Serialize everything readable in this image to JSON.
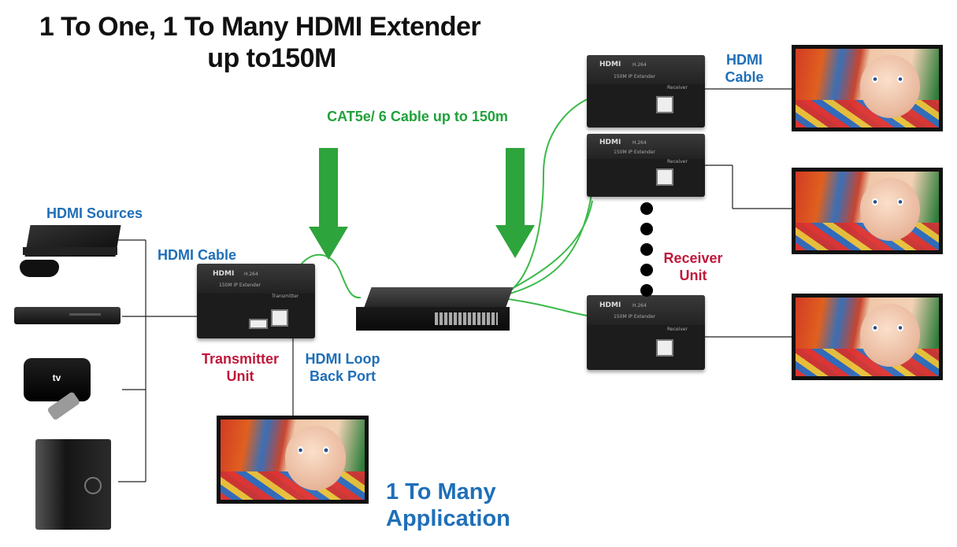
{
  "title": {
    "line1": "1 To One, 1 To Many HDMI Extender",
    "line2": "up to150M"
  },
  "labels": {
    "hdmi_sources": "HDMI Sources",
    "hdmi_cable_left": "HDMI Cable",
    "cat_cable": "CAT5e/ 6 Cable up to 150m",
    "transmitter_line1": "Transmitter",
    "transmitter_line2": "Unit",
    "loop_line1": "HDMI Loop",
    "loop_line2": "Back Port",
    "receiver_line1": "Receiver",
    "receiver_line2": "Unit",
    "hdmi_cable_right_line1": "HDMI",
    "hdmi_cable_right_line2": "Cable",
    "application": "1 To Many Application"
  },
  "unit_text": {
    "logo": "HDMI",
    "model": "H.264",
    "extender": "150M IP Extender",
    "transmitter": "Transmitter",
    "receiver": "Receiver"
  },
  "icons": {
    "sources": [
      "game-console-icon",
      "bluray-player-icon",
      "apple-tv-icon",
      "desktop-pc-icon"
    ],
    "arrow": "down-arrow-icon",
    "switch": "network-switch-icon",
    "monitor": "baby-photo-monitor-icon"
  },
  "colors": {
    "blue_label": "#1f6fb8",
    "red_label": "#c0183a",
    "green_label": "#20a23a",
    "cable_green": "#3cba4a"
  }
}
